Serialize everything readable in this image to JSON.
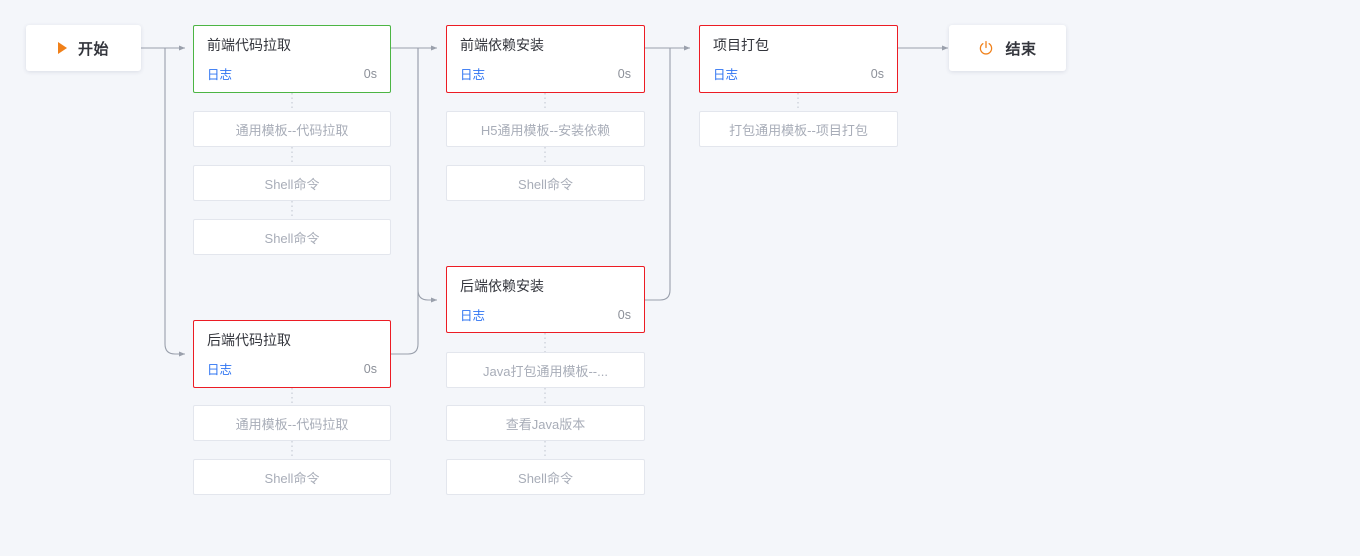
{
  "theme": {
    "background": "#f4f6fa",
    "card_background": "#ffffff",
    "success_border": "#4cb544",
    "failure_border": "#ec1c24",
    "link_color": "#2f74f2",
    "muted_text": "#a8adb8",
    "accent_orange": "#f08019",
    "connector_color": "#9aa0ac"
  },
  "terminals": {
    "start": {
      "label": "开始",
      "icon": "play-icon"
    },
    "end": {
      "label": "结束",
      "icon": "power-icon"
    }
  },
  "labels": {
    "log": "日志",
    "duration": "0s"
  },
  "stages": [
    {
      "id": "frontend-code-pull",
      "title": "前端代码拉取",
      "status": "ok",
      "log": "日志",
      "duration": "0s",
      "substeps": [
        "通用模板--代码拉取",
        "Shell命令",
        "Shell命令"
      ]
    },
    {
      "id": "backend-code-pull",
      "title": "后端代码拉取",
      "status": "fail",
      "log": "日志",
      "duration": "0s",
      "substeps": [
        "通用模板--代码拉取",
        "Shell命令"
      ]
    },
    {
      "id": "frontend-deps-install",
      "title": "前端依赖安装",
      "status": "fail",
      "log": "日志",
      "duration": "0s",
      "substeps": [
        "H5通用模板--安装依赖",
        "Shell命令"
      ]
    },
    {
      "id": "backend-deps-install",
      "title": "后端依赖安装",
      "status": "fail",
      "log": "日志",
      "duration": "0s",
      "substeps": [
        "Java打包通用模板--...",
        "查看Java版本",
        "Shell命令"
      ]
    },
    {
      "id": "project-build",
      "title": "项目打包",
      "status": "fail",
      "log": "日志",
      "duration": "0s",
      "substeps": [
        "打包通用模板--项目打包"
      ]
    }
  ]
}
